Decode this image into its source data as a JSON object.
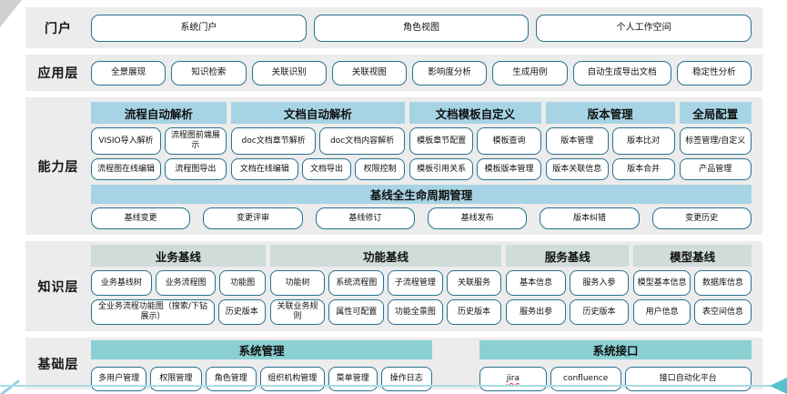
{
  "colors": {
    "band_bg": "#ececec",
    "box_border": "#27718f",
    "capability_header_bg": "#a6d4e4",
    "knowledge_header_bg": "#cfdcda",
    "base_header_bg": "#8ad0d2",
    "accent_teal": "#57c1cd"
  },
  "layers": {
    "portal": {
      "label": "门户",
      "items": [
        "系统门户",
        "角色视图",
        "个人工作空间"
      ]
    },
    "app": {
      "label": "应用层",
      "items": [
        "全景展现",
        "知识检索",
        "关联识别",
        "关联视图",
        "影响度分析",
        "生成用例",
        "自动生成导出文档",
        "稳定性分析"
      ]
    },
    "capability": {
      "label": "能力层",
      "groups": [
        {
          "title": "流程自动解析",
          "rows": [
            [
              "VISIO导入解析",
              "流程图前端展示"
            ],
            [
              "流程图在线编辑",
              "流程图导出"
            ]
          ]
        },
        {
          "title": "文档自动解析",
          "rows": [
            [
              "doc文档章节解析",
              "doc文档内容解析"
            ],
            [
              "文档在线编辑",
              "文档导出",
              "权限控制"
            ]
          ]
        },
        {
          "title": "文档模板自定义",
          "rows": [
            [
              "模板章节配置",
              "模板查询"
            ],
            [
              "模板引用关系",
              "模板版本管理"
            ]
          ]
        },
        {
          "title": "版本管理",
          "rows": [
            [
              "版本管理",
              "版本比对"
            ],
            [
              "版本关联信息",
              "版本合并"
            ]
          ]
        },
        {
          "title": "全局配置",
          "rows": [
            [
              "标签管理/自定义"
            ],
            [
              "产品管理"
            ]
          ]
        }
      ],
      "baseline": {
        "title": "基线全生命周期管理",
        "items": [
          "基线变更",
          "变更评审",
          "基线修订",
          "基线发布",
          "版本纠错",
          "变更历史"
        ]
      }
    },
    "knowledge": {
      "label": "知识层",
      "groups": [
        {
          "title": "业务基线",
          "rows": [
            [
              "业务基线树",
              "业务流程图",
              "功能图"
            ],
            [
              "全业务流程功能图（搜索/下钻展示）",
              "历史版本"
            ]
          ]
        },
        {
          "title": "功能基线",
          "rows": [
            [
              "功能树",
              "系统流程图",
              "子流程管理",
              "关联服务"
            ],
            [
              "关联业务规则",
              "属性可配置",
              "功能全景图",
              "历史版本"
            ]
          ]
        },
        {
          "title": "服务基线",
          "rows": [
            [
              "基本信息",
              "服务入参"
            ],
            [
              "服务出参",
              "历史版本"
            ]
          ]
        },
        {
          "title": "模型基线",
          "rows": [
            [
              "模型基本信息",
              "数据库信息"
            ],
            [
              "用户信息",
              "表空间信息"
            ]
          ]
        }
      ]
    },
    "base": {
      "label": "基础层",
      "groups": [
        {
          "title": "系统管理",
          "items": [
            "多用户管理",
            "权限管理",
            "角色管理",
            "组织机构管理",
            "菜单管理",
            "操作日志"
          ]
        },
        {
          "title": "系统接口",
          "items": [
            "jira",
            "confluence",
            "接口自动化平台"
          ]
        }
      ]
    }
  }
}
